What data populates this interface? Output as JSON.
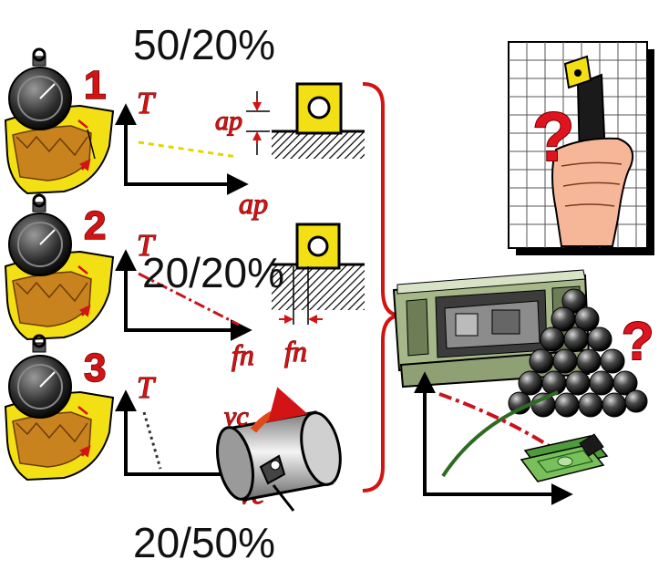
{
  "header": {
    "top_percent": "50/20%"
  },
  "middle": {
    "percent": "20/20%"
  },
  "footer": {
    "bottom_percent": "20/50%"
  },
  "rows": [
    {
      "number": "1",
      "y_axis_label": "T",
      "x_axis_label": "ap",
      "depiction_label": "ap"
    },
    {
      "number": "2",
      "y_axis_label": "T",
      "x_axis_label": "fn",
      "depiction_label": "fn"
    },
    {
      "number": "3",
      "y_axis_label": "T",
      "x_axis_label": "vc",
      "depiction_label": "vc"
    }
  ],
  "right_panel": {
    "question_mark": "?",
    "question_mark_small": "?"
  },
  "colors": {
    "accent_red": "#d21414",
    "wear_yellow": "#f3e014",
    "machine_green": "#a6b88a",
    "money_green": "#4f9a3a"
  }
}
